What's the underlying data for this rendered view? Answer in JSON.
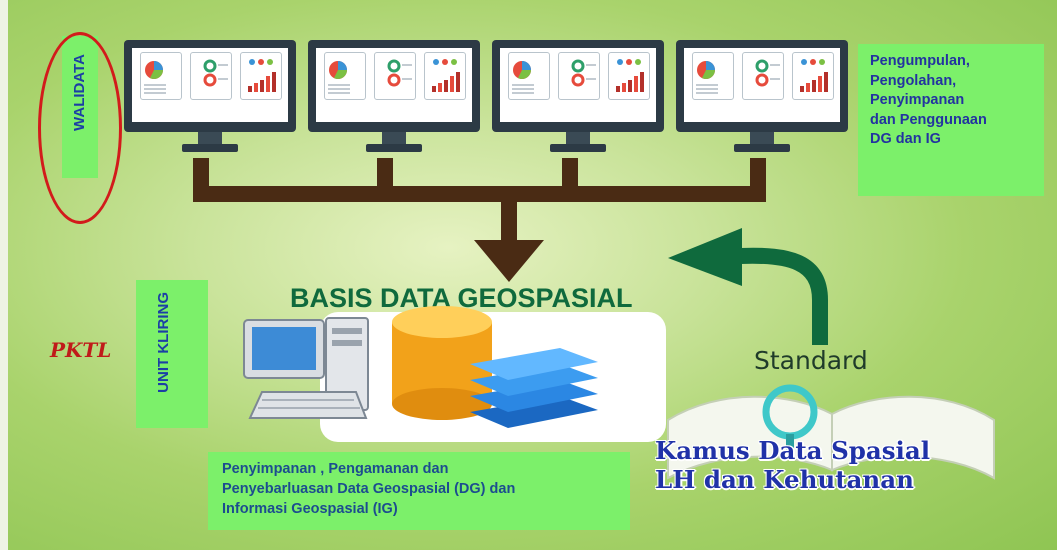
{
  "diagram": {
    "walidata_label": "WALIDATA",
    "unit_kliring_label": "UNIT KLIRING",
    "pktl_label": "PKTL",
    "database_title": "BASIS DATA GEOSPASIAL",
    "standard_label": "Standard",
    "dictionary_title_line1": "Kamus Data Spasial",
    "dictionary_title_line2": "LH dan Kehutanan",
    "walidata_note_lines": [
      "Pengumpulan,",
      "Pengolahan,",
      "Penyimpanan",
      "dan Penggunaan",
      "DG dan IG"
    ],
    "kliring_note_lines": [
      "Penyimpanan , Pengamanan dan",
      "Penyebarluasan Data Geospasial (DG) dan",
      "Informasi Geospasial (IG)"
    ],
    "monitor_count": 4
  },
  "colors": {
    "label_box": "#7cf06a",
    "label_text": "#1b3fa5",
    "arrow_brown": "#4a2b14",
    "arrow_green": "#0f6a3d",
    "highlight_oval": "#d21b1b"
  }
}
